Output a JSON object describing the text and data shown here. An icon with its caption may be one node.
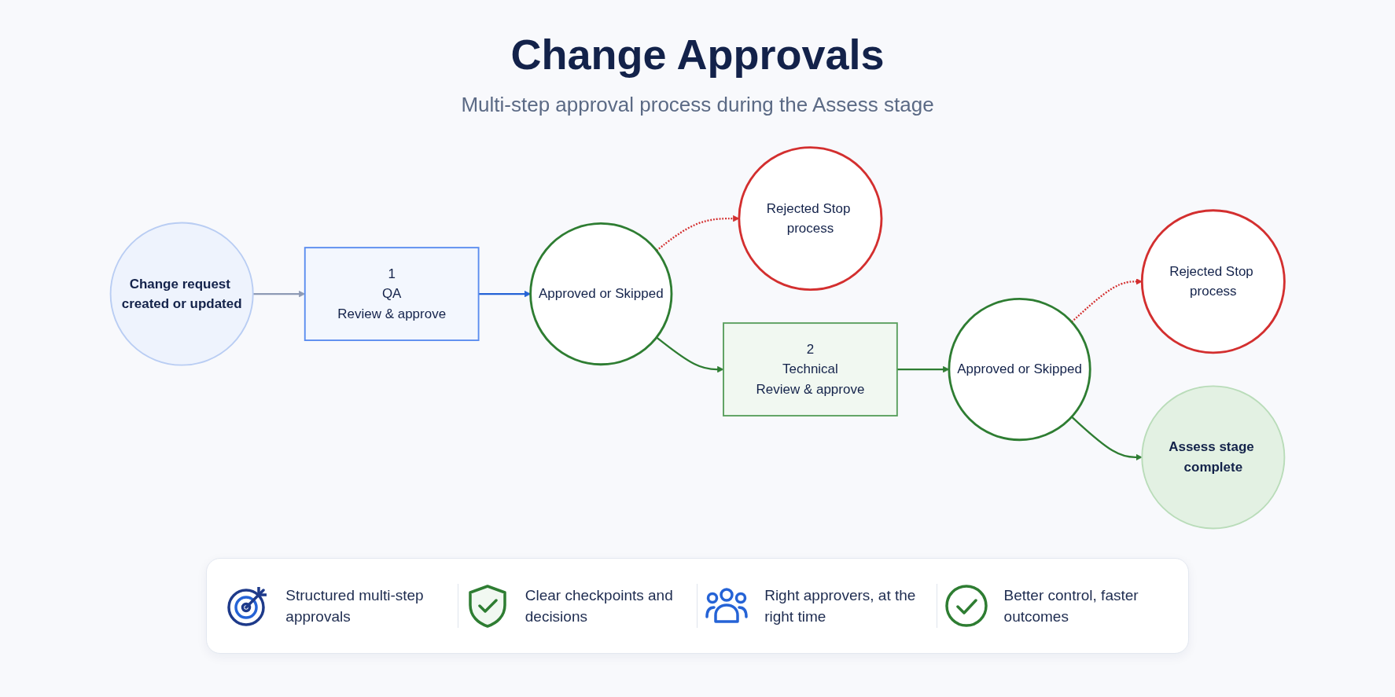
{
  "diagram": {
    "title": "Change Approvals",
    "nodes": [
      {
        "text": [
          "Change request created or updated"
        ]
      },
      {
        "text": [
          "1",
          "QA",
          "Review & approve"
        ]
      },
      {
        "text": [
          "Approved or Skipped"
        ]
      },
      {
        "text": [
          "Rejected Stop process"
        ]
      },
      {
        "text": [
          "2",
          "Technical",
          "Review & approve"
        ]
      },
      {
        "text": [
          "Approved or Skipped"
        ]
      },
      {
        "text": [
          "Rejected Stop process"
        ]
      },
      {
        "text": [
          "Assess stage complete"
        ]
      }
    ],
    "edges": [
      {
        "from": 0,
        "to": 1,
        "arrow": "to",
        "color": "#8e9bb5"
      },
      {
        "from": 1,
        "to": 2,
        "arrow": "to",
        "color": "#2563d6"
      },
      {
        "from": 2,
        "to": 3,
        "arrow": "to",
        "style": "dashed",
        "color": "#d32f2f"
      },
      {
        "from": 2,
        "to": 4,
        "arrow": "to"
      },
      {
        "from": 4,
        "to": 5,
        "arrow": "to"
      },
      {
        "from": 5,
        "to": 6,
        "arrow": "to",
        "style": "dashed",
        "color": "#d32f2f"
      },
      {
        "from": 5,
        "to": 7,
        "arrow": "to"
      }
    ],
    "labels": [
      "Multi-step approval process during the Assess stage",
      "Structured multi-step approvals",
      "Clear checkpoints and decisions",
      "Right approvers, at the right time",
      "Better control, faster outcomes"
    ]
  }
}
